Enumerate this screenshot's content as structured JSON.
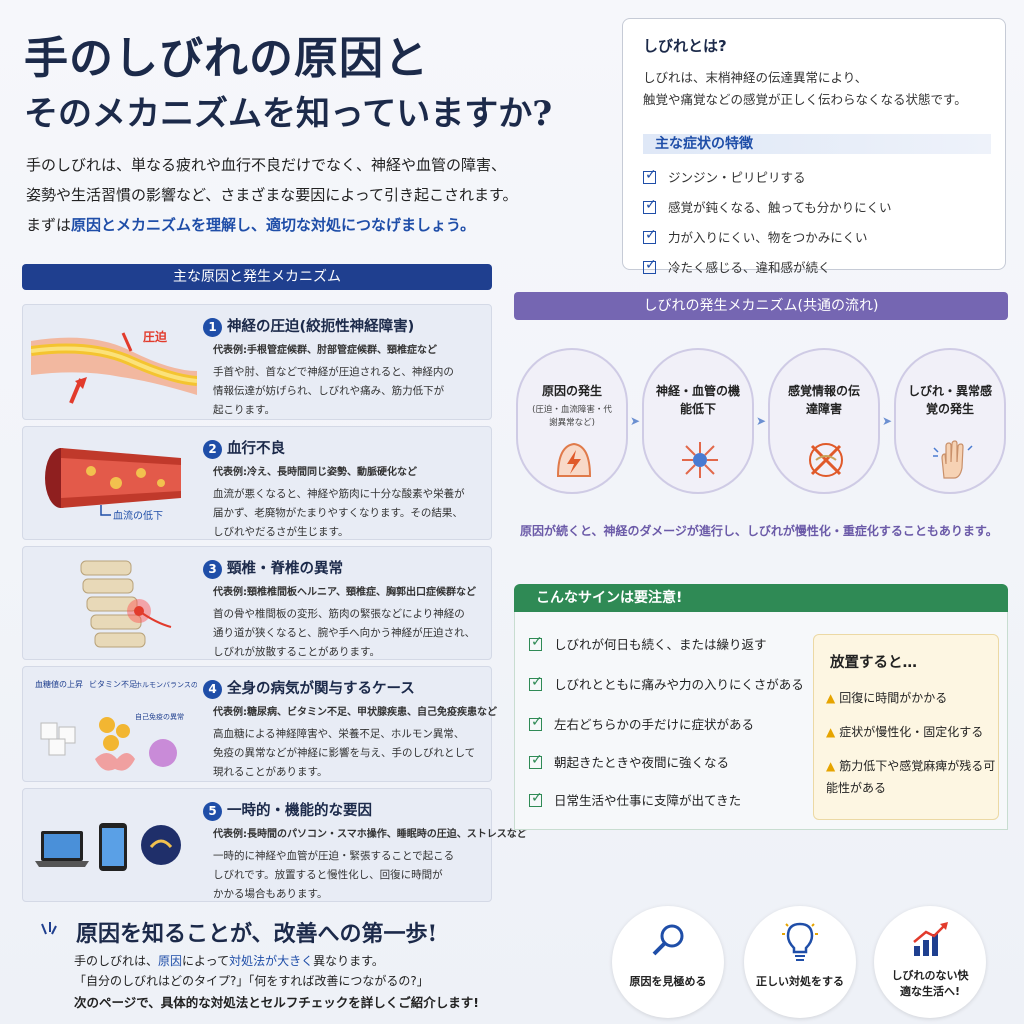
{
  "title": {
    "line1": "手のしびれの原因と",
    "line2": "そのメカニズムを知っていますか?"
  },
  "intro": {
    "line1": "手のしびれは、単なる疲れや血行不良だけでなく、神経や血管の障害、",
    "line2": "姿勢や生活習慣の影響など、さまざまな要因によって引き起こされます。",
    "line3_prefix": "まずは",
    "line3_highlight": "原因とメカニズムを理解し、適切な対処につなげましょう。"
  },
  "definition": {
    "heading": "しびれとは?",
    "line1": "しびれは、末梢神経の伝達異常により、",
    "line2": "触覚や痛覚などの感覚が正しく伝わらなくなる状態です。",
    "symptoms_heading": "主な症状の特徴",
    "symptoms": [
      "ジンジン・ピリピリする",
      "感覚が鈍くなる、触っても分かりにくい",
      "力が入りにくい、物をつかみにくい",
      "冷たく感じる、違和感が続く"
    ]
  },
  "causes": {
    "heading": "主な原因と発生メカニズム",
    "items": [
      {
        "number": "1",
        "title": "神経の圧迫(絞扼性神経障害)",
        "examples": "代表例:手根管症候群、肘部管症候群、頸椎症など",
        "desc": [
          "手首や肘、首などで神経が圧迫されると、神経内の",
          "情報伝達が妨げられ、しびれや痛み、筋力低下が",
          "起こります。"
        ],
        "art_label": "圧迫"
      },
      {
        "number": "2",
        "title": "血行不良",
        "examples": "代表例:冷え、長時間同じ姿勢、動脈硬化など",
        "desc": [
          "血流が悪くなると、神経や筋肉に十分な酸素や栄養が",
          "届かず、老廃物がたまりやすくなります。その結果、",
          "しびれやだるさが生じます。"
        ],
        "art_label": "血流の低下"
      },
      {
        "number": "3",
        "title": "頸椎・脊椎の異常",
        "examples": "代表例:頸椎椎間板ヘルニア、頸椎症、胸郭出口症候群など",
        "desc": [
          "首の骨や椎間板の変形、筋肉の緊張などにより神経の",
          "通り道が狭くなると、腕や手へ向かう神経が圧迫され、",
          "しびれが放散することがあります。"
        ]
      },
      {
        "number": "4",
        "title": "全身の病気が関与するケース",
        "examples": "代表例:糖尿病、ビタミン不足、甲状腺疾患、自己免疫疾患など",
        "desc": [
          "高血糖による神経障害や、栄養不足、ホルモン異常、",
          "免疫の異常などが神経に影響を与え、手のしびれとして",
          "現れることがあります。"
        ],
        "art_labels": [
          "血糖値の上昇",
          "ビタミン不足",
          "ホルモンバランスの乱れ",
          "自己免疫の異常"
        ]
      },
      {
        "number": "5",
        "title": "一時的・機能的な要因",
        "examples": "代表例:長時間のパソコン・スマホ操作、睡眠時の圧迫、ストレスなど",
        "desc": [
          "一時的に神経や血管が圧迫・緊張することで起こる",
          "しびれです。放置すると慢性化し、回復に時間が",
          "かかる場合もあります。"
        ]
      }
    ]
  },
  "mechanism": {
    "heading": "しびれの発生メカニズム(共通の流れ)",
    "steps": [
      {
        "label": "原因の発生",
        "sub": "(圧迫・血流障害・代謝異常など)",
        "icon": "lightning-icon"
      },
      {
        "label": "神経・血管の機能低下",
        "sub": "",
        "icon": "neuron-icon"
      },
      {
        "label": "感覚情報の伝達障害",
        "sub": "",
        "icon": "blocked-signal-icon"
      },
      {
        "label": "しびれ・異常感覚の発生",
        "sub": "",
        "icon": "hand-icon"
      }
    ],
    "note": "原因が続くと、神経のダメージが進行し、しびれが慢性化・重症化することもあります。"
  },
  "signs": {
    "heading": "こんなサインは要注意!",
    "items": [
      "しびれが何日も続く、または繰り返す",
      "しびれとともに痛みや力の入りにくさがある",
      "左右どちらかの手だけに症状がある",
      "朝起きたときや夜間に強くなる",
      "日常生活や仕事に支障が出てきた"
    ],
    "neglect_heading": "放置すると…",
    "neglect_items": [
      "回復に時間がかかる",
      "症状が慢性化・固定化する",
      "筋力低下や感覚麻痺が残る可能性がある"
    ]
  },
  "bottom": {
    "title": "原因を知ることが、改善への第一歩!",
    "line1_a": "手のしびれは、",
    "line1_b": "原因",
    "line1_c": "によって",
    "line1_d": "対処法が大きく",
    "line1_e": "異なります。",
    "line2": "「自分のしびれはどのタイプ?」「何をすれば改善につながるの?」",
    "line3": "次のページで、具体的な対処法とセルフチェックを詳しくご紹介します!",
    "circles": [
      {
        "label": "原因を見極める",
        "icon": "magnifier-icon"
      },
      {
        "label": "正しい対処をする",
        "icon": "lightbulb-icon"
      },
      {
        "label": "しびれのない快適な生活へ!",
        "icon": "chart-up-icon"
      }
    ],
    "colors": {
      "navy": "#1f3f8f",
      "purple": "#7566b2",
      "green": "#2f8a55",
      "warning": "#e6a400"
    }
  }
}
